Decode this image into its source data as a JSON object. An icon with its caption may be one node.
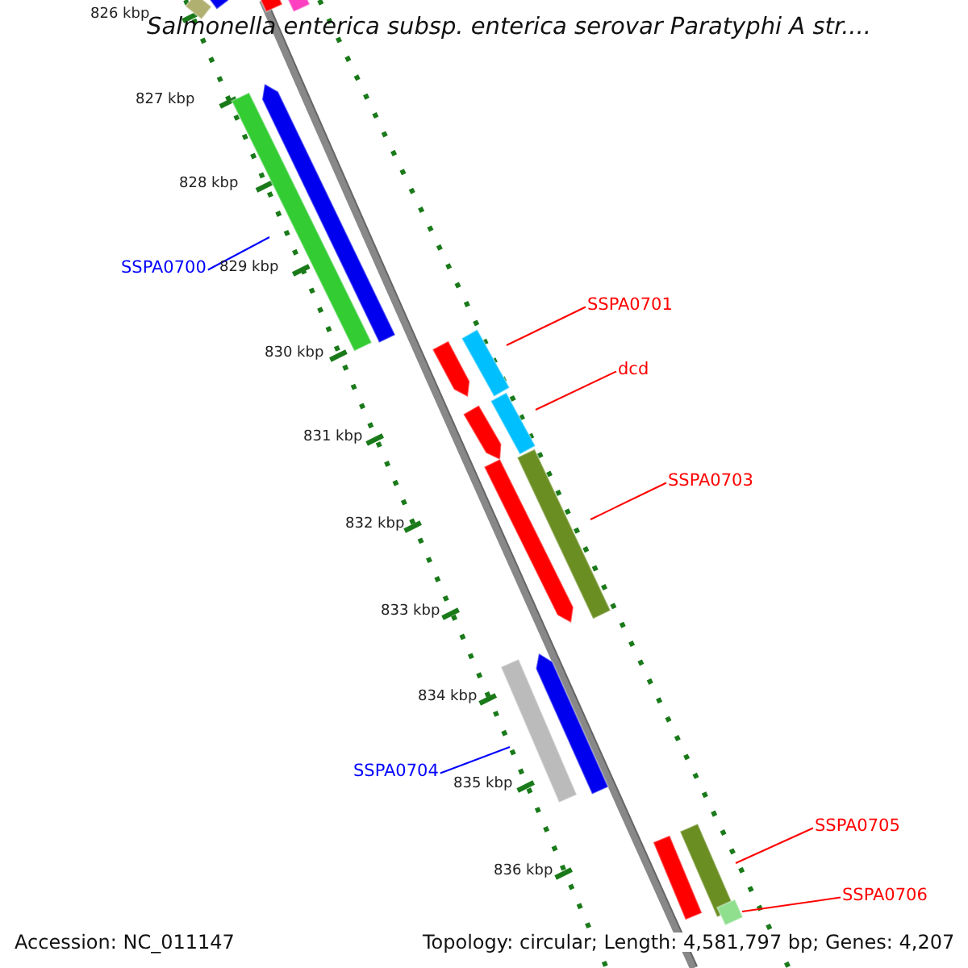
{
  "diagram": {
    "title": "Salmonella enterica subsp. enterica serovar Paratyphi A str....",
    "nodes": [
      {
        "text": [
          "SSPA0700"
        ]
      },
      {
        "text": [],
        "shape": "bar"
      },
      {
        "text": [
          "SSPA0701"
        ]
      },
      {
        "text": [],
        "shape": "bar"
      },
      {
        "text": [
          "dcd"
        ]
      },
      {
        "text": [],
        "shape": "bar"
      },
      {
        "text": [
          "SSPA0703"
        ]
      },
      {
        "text": [],
        "shape": "bar"
      },
      {
        "text": [
          "SSPA0704"
        ]
      },
      {
        "text": [],
        "shape": "bar"
      },
      {
        "text": [
          "SSPA0705"
        ]
      },
      {
        "text": [],
        "shape": "bar"
      },
      {
        "text": [
          "SSPA0706"
        ]
      },
      {
        "text": [],
        "shape": "bar"
      },
      {
        "text": [],
        "shape": "bar"
      },
      {
        "text": [],
        "shape": "bar"
      },
      {
        "text": [],
        "shape": "bar"
      },
      {
        "text": [],
        "shape": "bar"
      },
      {
        "text": [],
        "shape": "bar"
      },
      {
        "text": [],
        "shape": "bar"
      },
      {
        "text": [],
        "shape": "bar"
      },
      {
        "text": [],
        "shape": "bar"
      },
      {
        "text": [],
        "shape": "bar"
      },
      {
        "text": [],
        "shape": "bar"
      }
    ],
    "edges": [
      {
        "from": 0,
        "to": 1,
        "arrow": "none",
        "color": "#0000ff"
      },
      {
        "from": 2,
        "to": 3,
        "arrow": "none"
      },
      {
        "from": 4,
        "to": 5,
        "arrow": "none"
      },
      {
        "from": 6,
        "to": 7,
        "arrow": "none"
      },
      {
        "from": 8,
        "to": 9,
        "arrow": "none",
        "color": "#0000ff"
      },
      {
        "from": 10,
        "to": 11,
        "arrow": "none"
      },
      {
        "from": 12,
        "to": 13,
        "arrow": "none"
      }
    ],
    "labels": [
      "826 kbp",
      "827 kbp",
      "828 kbp",
      "829 kbp",
      "830 kbp",
      "831 kbp",
      "832 kbp",
      "833 kbp",
      "834 kbp",
      "835 kbp",
      "836 kbp",
      "Accession: NC_011147",
      "Topology: circular; Length: 4,581,797 bp; Genes: 4,207"
    ]
  }
}
